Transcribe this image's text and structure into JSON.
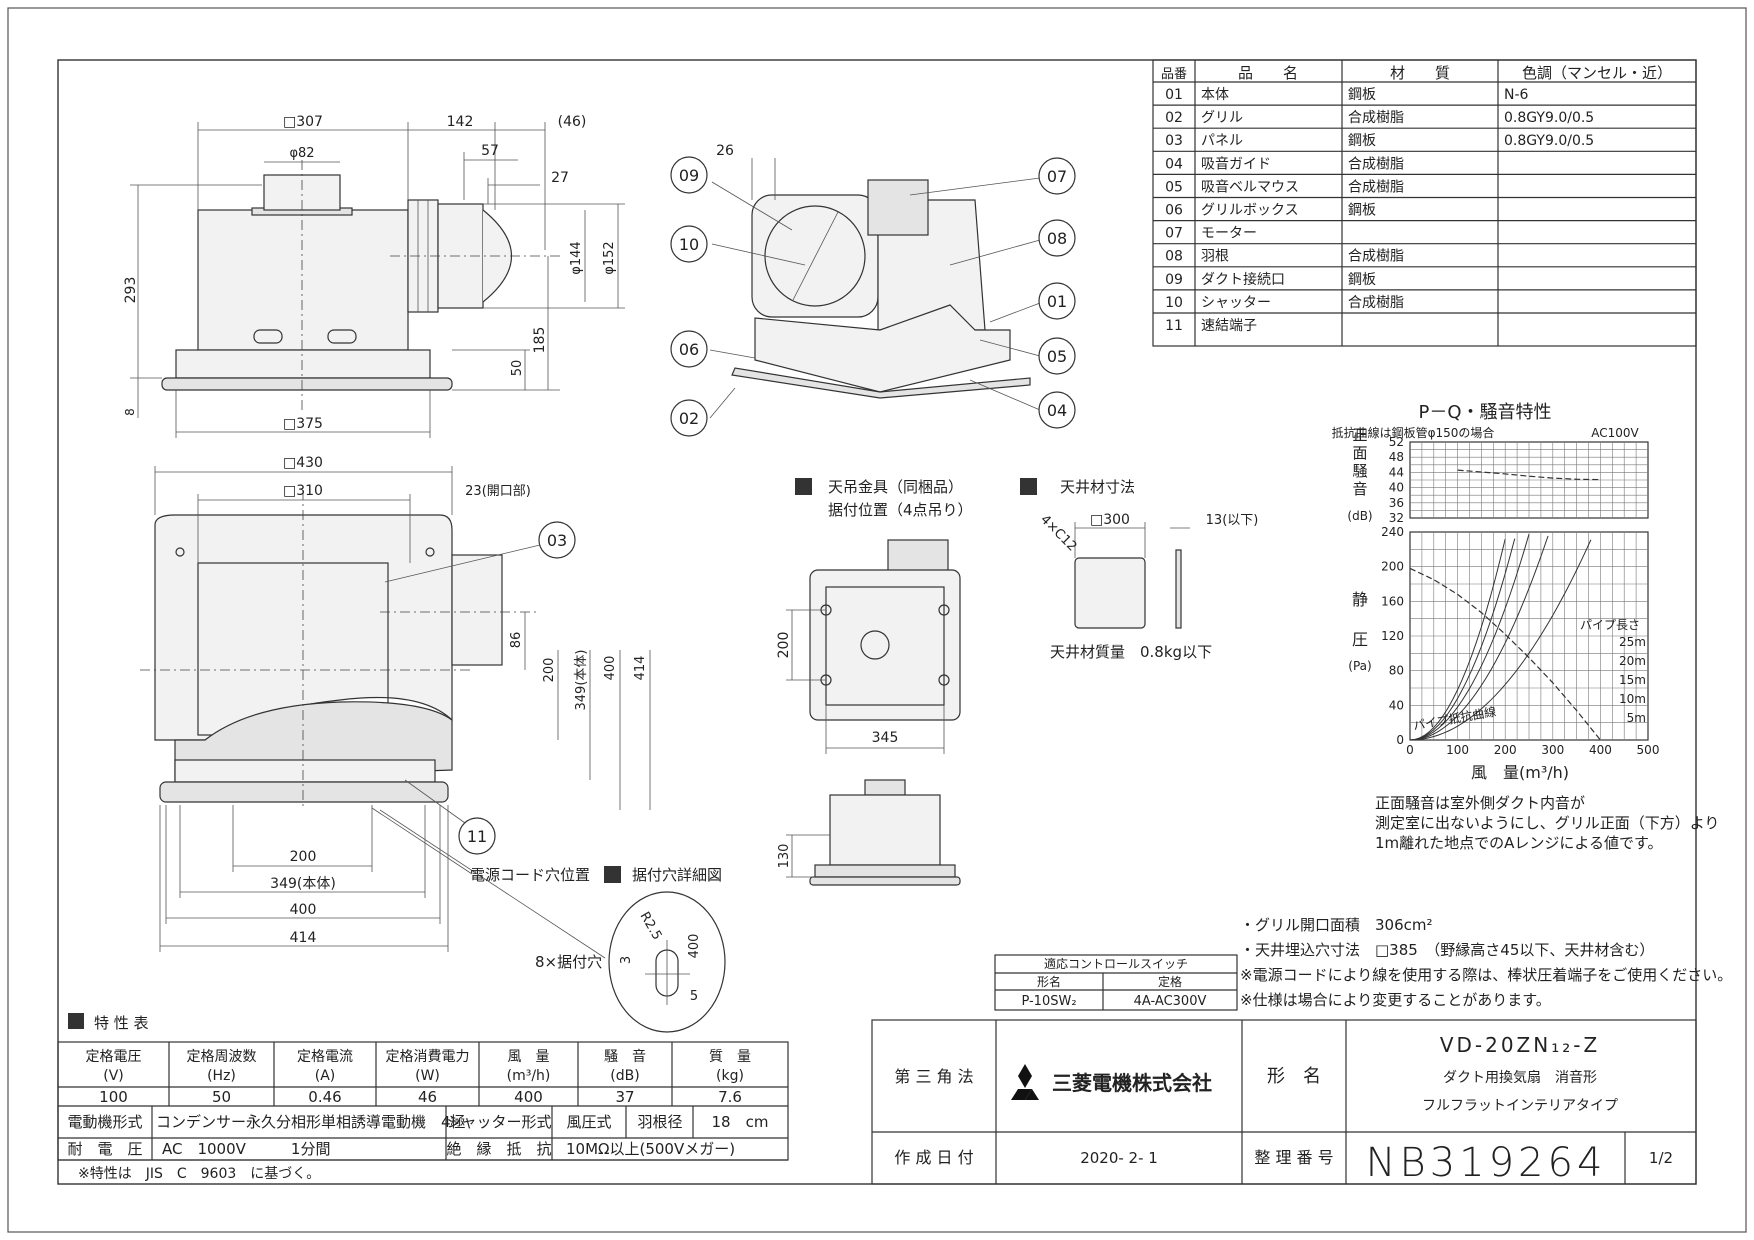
{
  "parts_table": {
    "headers": [
      "品番",
      "品　　名",
      "材　　質",
      "色調（マンセル・近）"
    ],
    "rows": [
      {
        "no": "01",
        "name": "本体",
        "material": "鋼板",
        "color": "N-6"
      },
      {
        "no": "02",
        "name": "グリル",
        "material": "合成樹脂",
        "color": "0.8GY9.0/0.5"
      },
      {
        "no": "03",
        "name": "パネル",
        "material": "鋼板",
        "color": "0.8GY9.0/0.5"
      },
      {
        "no": "04",
        "name": "吸音ガイド",
        "material": "合成樹脂",
        "color": ""
      },
      {
        "no": "05",
        "name": "吸音ベルマウス",
        "material": "合成樹脂",
        "color": ""
      },
      {
        "no": "06",
        "name": "グリルボックス",
        "material": "鋼板",
        "color": ""
      },
      {
        "no": "07",
        "name": "モーター",
        "material": "",
        "color": ""
      },
      {
        "no": "08",
        "name": "羽根",
        "material": "合成樹脂",
        "color": ""
      },
      {
        "no": "09",
        "name": "ダクト接続口",
        "material": "鋼板",
        "color": ""
      },
      {
        "no": "10",
        "name": "シャッター",
        "material": "合成樹脂",
        "color": ""
      },
      {
        "no": "11",
        "name": "速結端子",
        "material": "",
        "color": ""
      }
    ]
  },
  "dims": {
    "d307": "□307",
    "d142": "142",
    "d46": "(46)",
    "d82": "φ82",
    "d57": "57",
    "d27": "27",
    "d293": "293",
    "d144": "φ144",
    "d152": "φ152",
    "d185": "185",
    "d50": "50",
    "d8": "8",
    "d375": "□375",
    "d26": "26",
    "d430": "□430",
    "d310": "□310",
    "d23": "23(開口部)",
    "d86": "86",
    "d200v": "200",
    "d349v": "349(本体)",
    "d400v": "400",
    "d414v": "414",
    "d200h": "200",
    "d349h": "349(本体)",
    "d400h": "400",
    "d414h": "414",
    "d200m": "200",
    "d345": "345",
    "d130": "130",
    "d300": "□300",
    "d13": "13(以下)",
    "d4x": "4×C12",
    "dr25": "R2.5",
    "d3": "3",
    "d400s": "400",
    "d5": "5"
  },
  "callouts": [
    "01",
    "02",
    "03",
    "04",
    "05",
    "06",
    "07",
    "08",
    "09",
    "10",
    "11"
  ],
  "notes": {
    "hanger_title": "天吊金具（同梱品）",
    "hanger_sub": "据付位置（4点吊り）",
    "ceiling_title": "天井材寸法",
    "ceiling_mass": "天井材質量　0.8kg以下",
    "cord_hole": "電源コード穴位置",
    "mount_detail": "据付穴詳細図",
    "mount_holes": "8×据付穴"
  },
  "chart_data": {
    "type": "line",
    "title": "P－Q・騒音特性",
    "subtitle": "抵抗曲線は鋼板管φ150の場合",
    "power": "AC100V",
    "noise_axis": {
      "label": "正面騒音",
      "unit": "(dB)",
      "ticks": [
        32,
        36,
        40,
        44,
        48,
        52
      ],
      "ylim": [
        32,
        52
      ]
    },
    "pressure_axis": {
      "label": "静圧",
      "unit": "(Pa)",
      "ticks": [
        0,
        40,
        80,
        120,
        160,
        200,
        240
      ],
      "ylim": [
        0,
        240
      ]
    },
    "x_axis": {
      "label": "風　量(m³/h)",
      "ticks": [
        0,
        100,
        200,
        300,
        400,
        500
      ],
      "xlim": [
        0,
        500
      ]
    },
    "noise_curve": {
      "x": [
        100,
        150,
        200,
        250,
        300,
        350,
        400
      ],
      "y": [
        44.6,
        44.1,
        43.6,
        43.0,
        42.5,
        42.2,
        42.1
      ]
    },
    "pq_curve": {
      "x": [
        0,
        50,
        100,
        150,
        200,
        250,
        300,
        350,
        400
      ],
      "y": [
        198,
        185,
        168,
        147,
        122,
        95,
        66,
        34,
        0
      ]
    },
    "pipe_label": "パイプ長さ",
    "resistance_label": "パイプ抵抗曲線",
    "resistance_curves": [
      {
        "name": "25m",
        "k": 0.0058
      },
      {
        "name": "20m",
        "k": 0.0048
      },
      {
        "name": "15m",
        "k": 0.0038
      },
      {
        "name": "10m",
        "k": 0.0028
      },
      {
        "name": "5m",
        "k": 0.0016
      }
    ],
    "note_lines": [
      "正面騒音は室外側ダクト内音が",
      "測定室に出ないようにし、グリル正面（下方）より",
      "1m離れた地点でのAレンジによる値です。"
    ]
  },
  "spec_notes": [
    "・グリル開口面積　306cm²",
    "・天井埋込穴寸法　□385　（野縁高さ45以下、天井材含む）",
    "※電源コードにより線を使用する際は、棒状圧着端子をご使用ください。",
    "※仕様は場合により変更することがあります。"
  ],
  "switch_table": {
    "title": "適応コントロールスイッチ",
    "headers": [
      "形名",
      "定格"
    ],
    "row": [
      "P-10SW₂",
      "4A-AC300V"
    ]
  },
  "spec_table": {
    "title": "特 性 表",
    "headers": [
      [
        "定格電圧",
        "(V)"
      ],
      [
        "定格周波数",
        "(Hz)"
      ],
      [
        "定格電流",
        "(A)"
      ],
      [
        "定格消費電力",
        "(W)"
      ],
      [
        "風　量",
        "(m³/h)"
      ],
      [
        "騒　音",
        "(dB)"
      ],
      [
        "質　量",
        "(kg)"
      ]
    ],
    "values": [
      "100",
      "50",
      "0.46",
      "46",
      "400",
      "37",
      "7.6"
    ],
    "motor_label": "電動機形式",
    "motor_value": "コンデンサー永久分相形単相誘導電動機　4極",
    "shutter_label": "シャッター形式",
    "shutter_value": "風圧式",
    "blade_label": "羽根径",
    "blade_value": "18　cm",
    "withstand_label": "耐　電　圧",
    "withstand_value": "AC　1000V　　　1分間",
    "insulation_label": "絶　縁　抵　抗",
    "insulation_value": "10MΩ以上(500Vメガー)",
    "footnote": "※特性は　JIS　C　9603　に基づく。"
  },
  "title_block": {
    "projection": "第 三 角 法",
    "company": "三菱電機株式会社",
    "model_label": "形　名",
    "model": "VD-20ZN₁₂-Z",
    "desc1": "ダクト用換気扇　消音形",
    "desc2": "フルフラットインテリアタイプ",
    "date_label": "作 成 日 付",
    "date": "2020- 2- 1",
    "ref_label": "整 理 番 号",
    "ref": "NB319264",
    "sheet": "1/2"
  }
}
